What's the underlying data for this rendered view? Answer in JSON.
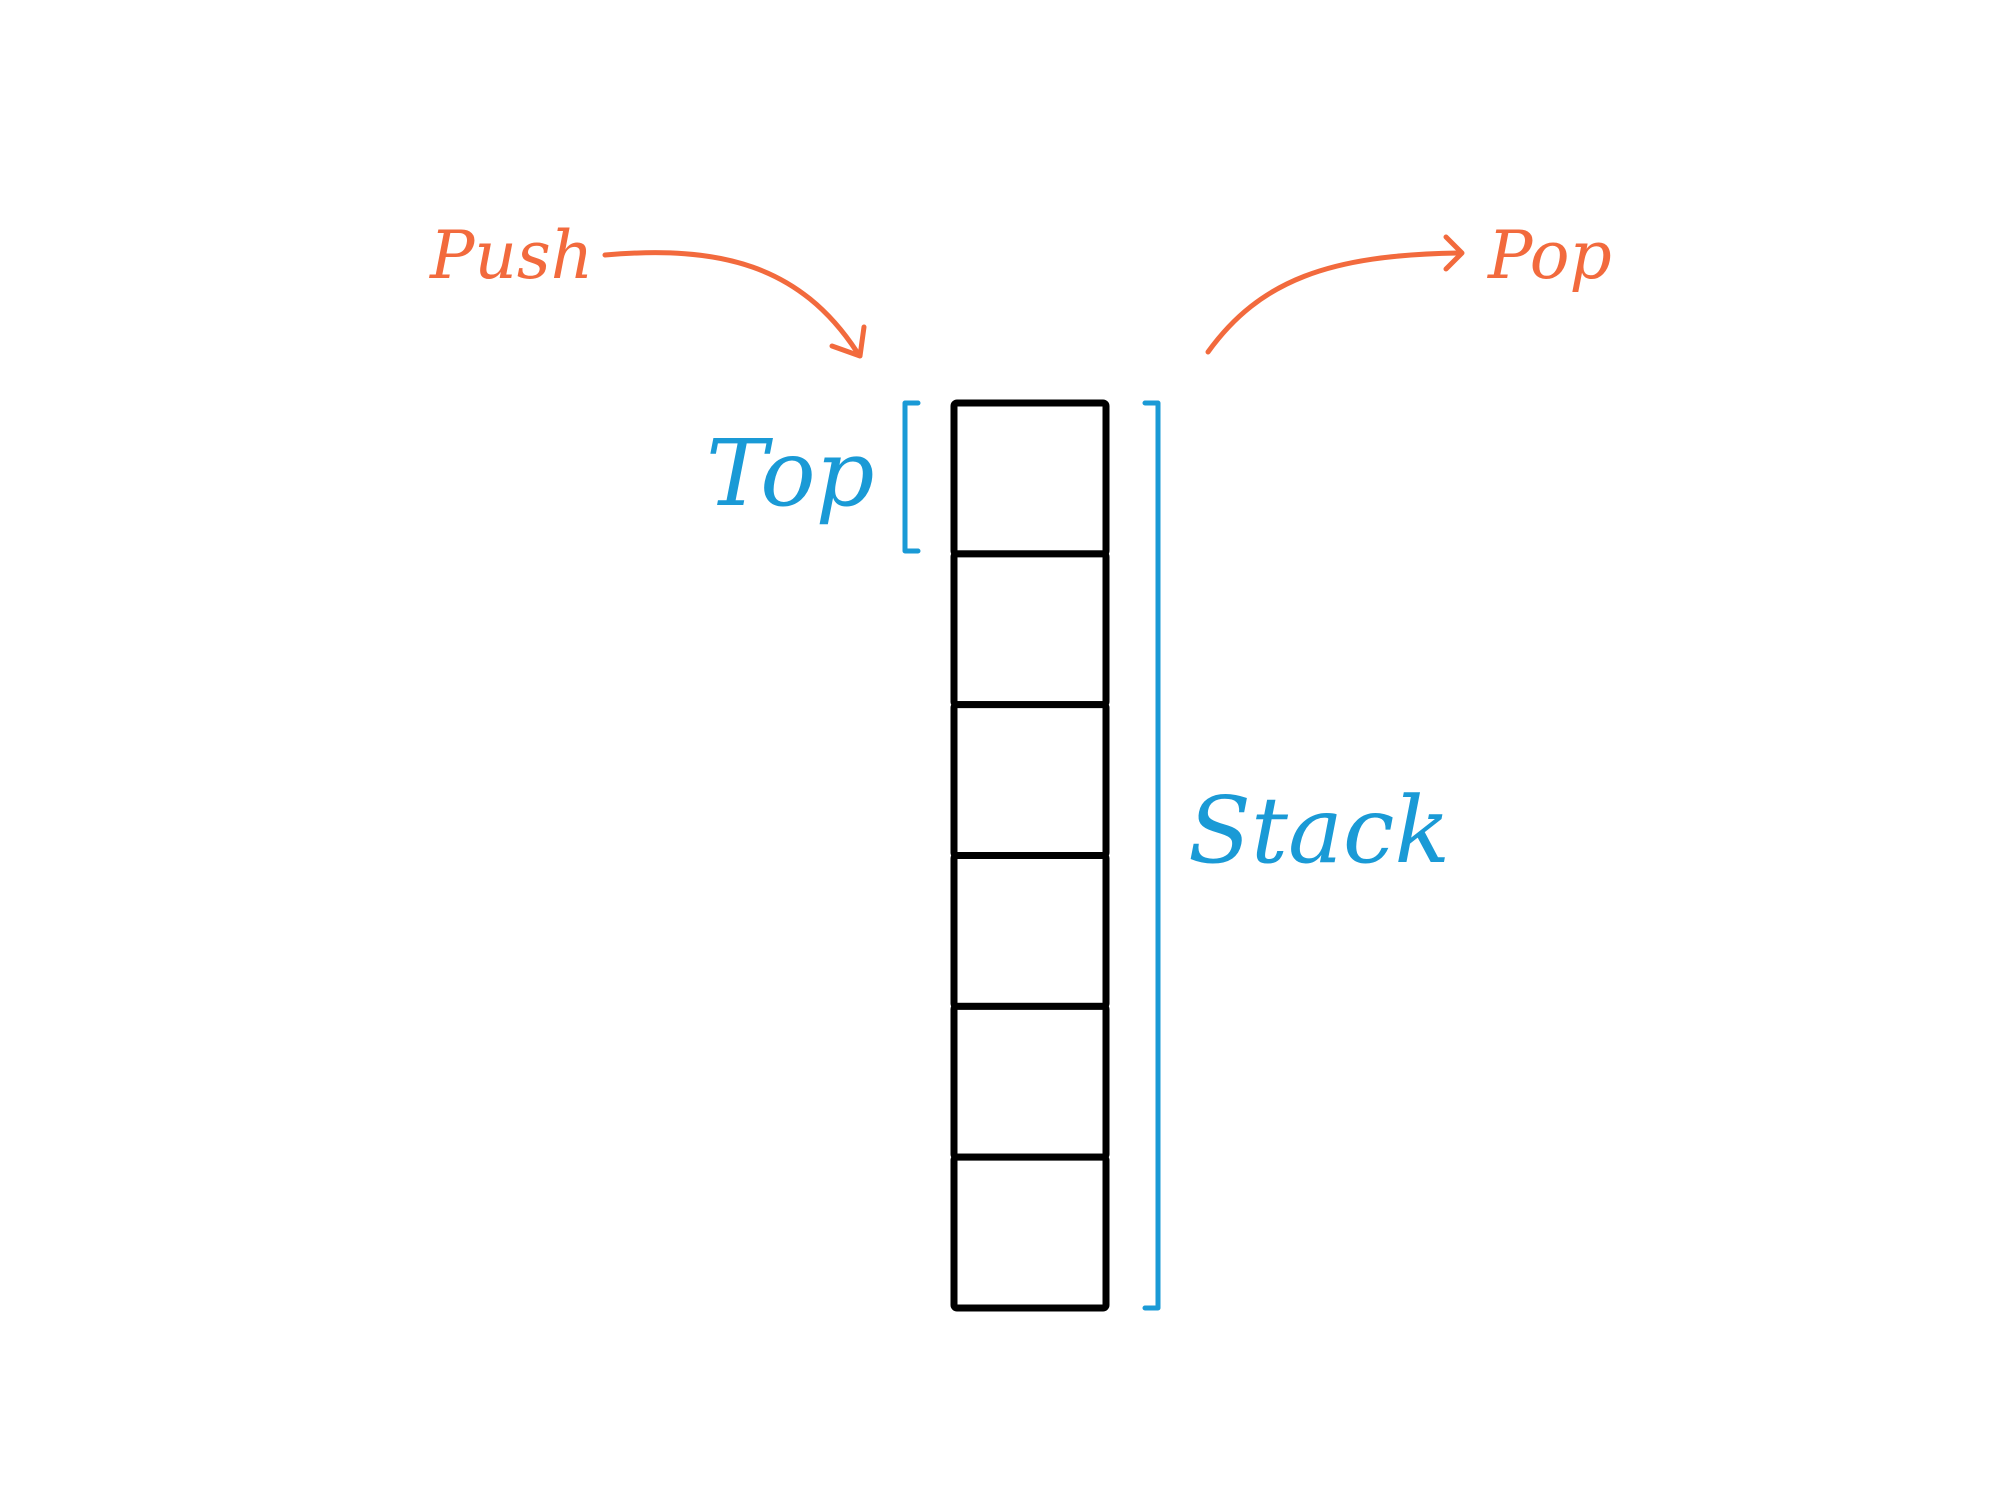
{
  "labels": {
    "push": "Push",
    "pop": "Pop",
    "top": "Top",
    "stack": "Stack"
  },
  "stack": {
    "cell_count": 6
  },
  "colors": {
    "arrow_label": "#f26a3d",
    "bracket_label": "#1a9ad6",
    "cell_border": "#000000",
    "background": "#ffffff"
  },
  "icons": {
    "push_arrow": "curved-arrow-down-right-icon",
    "pop_arrow": "curved-arrow-up-right-icon"
  }
}
